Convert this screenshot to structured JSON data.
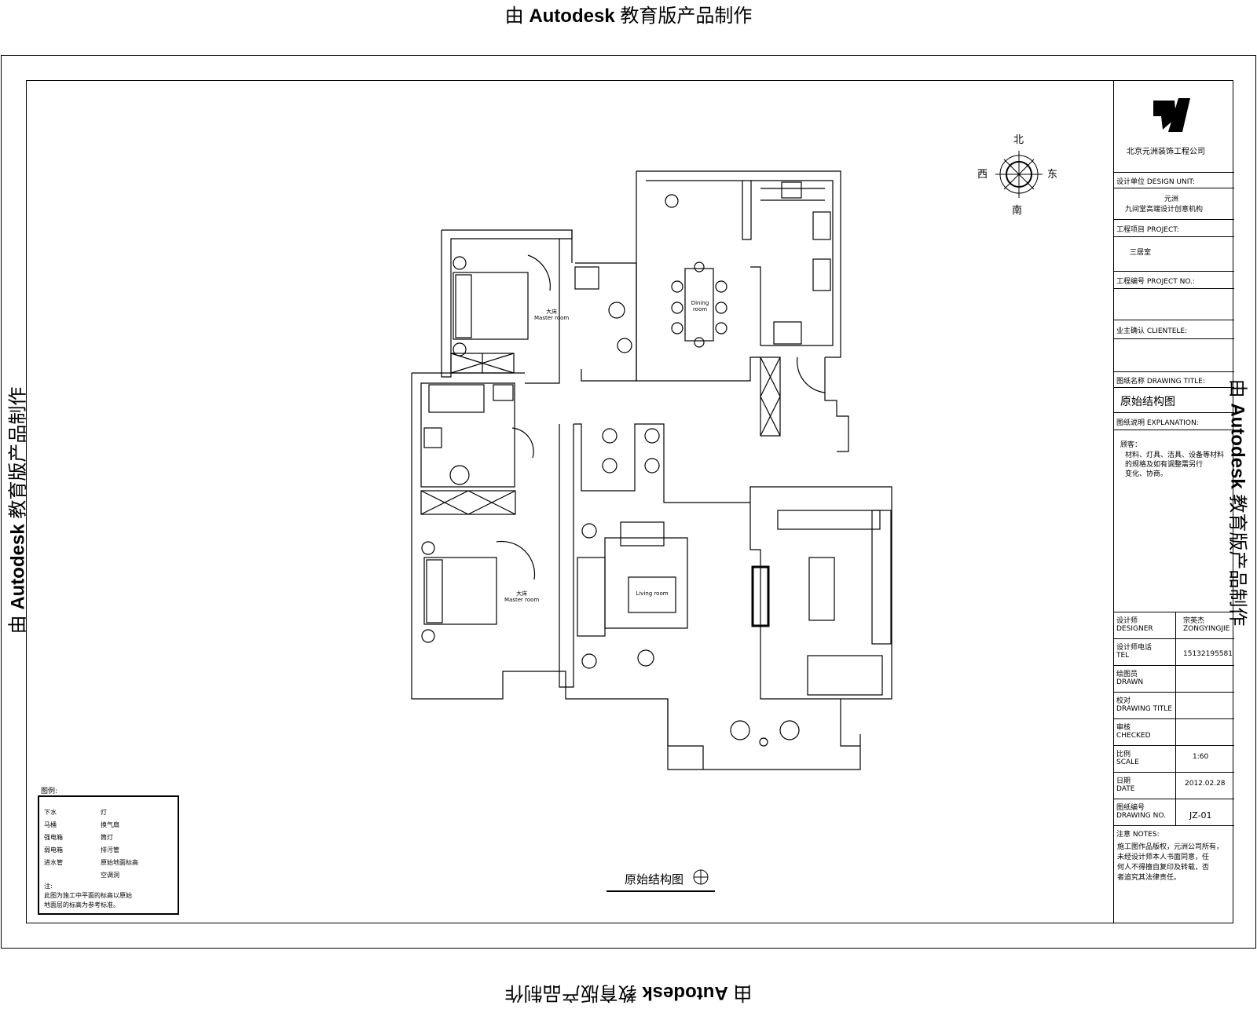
{
  "watermark": {
    "prefix": "由 ",
    "brand": "Autodesk",
    "suffix": " 教育版产品制作"
  },
  "compass": {
    "north": "北",
    "south": "南",
    "east": "东",
    "west": "西"
  },
  "rooms": {
    "master_bedroom_1": "大床",
    "master_bedroom_1_en": "Master room",
    "dining": "Dining room",
    "master_bedroom_2": "大床",
    "master_bedroom_2_en": "Master room",
    "living": "Living room"
  },
  "plan_caption": "原始结构图",
  "title_block": {
    "company": "北京元洲装饰工程公司",
    "design_unit_label": "设计单位 DESIGN UNIT:",
    "design_unit_line1": "元洲",
    "design_unit_line2": "九间堂高端设计创意机构",
    "project_label": "工程项目 PROJECT:",
    "project_value": "三居室",
    "project_no_label": "工程编号 PROJECT NO.:",
    "client_label": "业主确认 CLIENTELE:",
    "drawing_title_label": "图纸名称 DRAWING TITLE:",
    "drawing_title_value": "原始结构图",
    "explanation_label": "图纸说明 EXPLANATION:",
    "explanation_text": [
      "顾客：",
      "材料、灯具、洁具、设备等材料",
      "的规格及如有调整需另行",
      "变化、协商。"
    ],
    "designer_label": "设计师",
    "designer_label_en": "DESIGNER",
    "designer_name": "宗英杰",
    "designer_name_en": "ZONGYINGJIE",
    "tel_label": "设计师电话",
    "tel_label_en": "TEL",
    "tel_value": "15132195581",
    "drawn_label": "绘图员",
    "drawn_label_en": "DRAWN",
    "check_label": "校对",
    "check_label_en": "DRAWING TITLE",
    "review_label": "审核",
    "review_label_en": "CHECKED",
    "scale_label": "比例",
    "scale_label_en": "SCALE",
    "scale_value": "1:60",
    "date_label": "日期",
    "date_label_en": "DATE",
    "date_value": "2012.02.28",
    "drawing_no_label": "图纸编号",
    "drawing_no_label_en": "DRAWING NO.",
    "drawing_no_value": "JZ-01",
    "notes_label": "注意 NOTES:",
    "notes_text": [
      "施工图作品版权，元洲公司所有，",
      "未经设计师本人书面同意，任",
      "何人不得擅自复印及转载，否",
      "者追究其法律责任。"
    ]
  },
  "legend": {
    "title": "图例:",
    "items": [
      "下水",
      "灯",
      "马桶",
      "换气扇",
      "强电箱",
      "筒灯",
      "弱电箱",
      "排污管",
      "进水管",
      "原始地面标高",
      "空调洞"
    ],
    "note_label": "注:",
    "note_lines": [
      "此图为施工中平面的标高以原始",
      "地面层的标高为参考标准。"
    ]
  }
}
